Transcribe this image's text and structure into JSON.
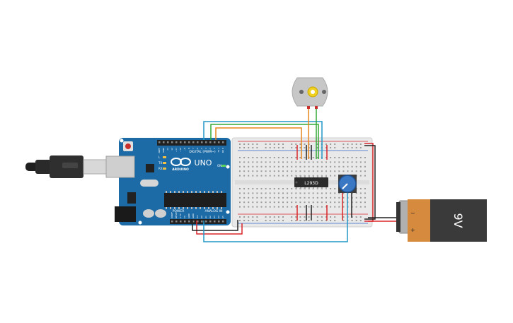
{
  "arduino": {
    "brand": "ARDUINO",
    "model": "UNO",
    "digital_label": "DIGITAL (PWM~)",
    "power_label": "POWER",
    "analog_label": "ANALOG IN",
    "tx_label": "TX",
    "rx_label": "RX",
    "l_label": "L",
    "on_label": "ON",
    "digital_pins": [
      "AREF",
      "GND",
      "13",
      "12",
      "~11",
      "~10",
      "~9",
      "8",
      "7",
      "~6",
      "~5",
      "4",
      "~3",
      "2",
      "TX 1",
      "RX 0"
    ],
    "power_pins": [
      "IOREF",
      "RESET",
      "3.3V",
      "5V",
      "GND",
      "GND",
      "Vin"
    ],
    "analog_pins": [
      "A0",
      "A1",
      "A2",
      "A3",
      "A4",
      "A5"
    ]
  },
  "ic": {
    "label": "L293D"
  },
  "battery": {
    "label": "9V",
    "minus": "−",
    "plus": "+"
  },
  "colors": {
    "board": "#1d6ba6",
    "breadboard": "#e9e9e9",
    "wire_red": "#d9262a",
    "wire_black": "#222222",
    "wire_green": "#33a835",
    "wire_orange": "#e8871a",
    "wire_blue": "#2299c9",
    "battery_body": "#d68a3e",
    "battery_label": "#3a3a3a",
    "pot": "#3a78c4",
    "motor": "#c7c7c7"
  }
}
